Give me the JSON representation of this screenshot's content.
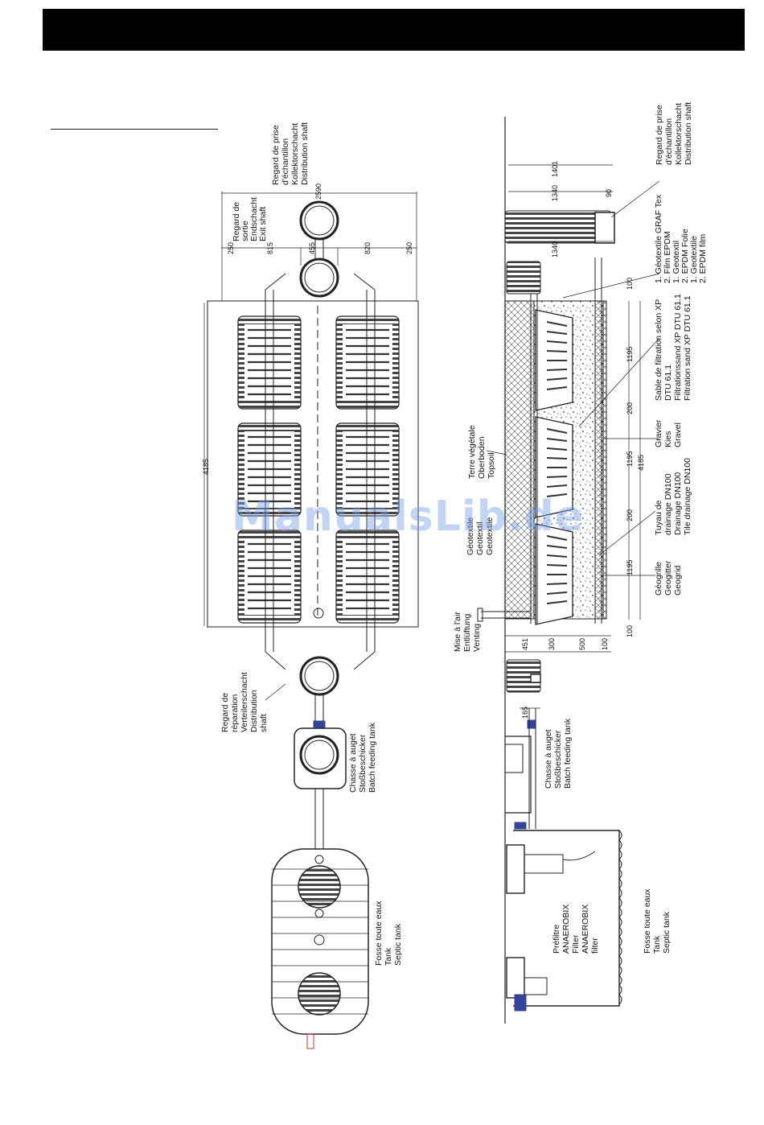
{
  "plan": {
    "dims": {
      "d4185": "4185",
      "d2590": "2590",
      "d250a": "250",
      "d815": "815",
      "d455": "455",
      "d820": "820",
      "d250b": "250"
    },
    "labels": {
      "exit_shaft": [
        "Regard de",
        "sortie",
        "Endschacht",
        "Exit shaft"
      ],
      "collector_shaft": [
        "Regard de prise",
        "d'échantillon",
        "Kollektorschacht",
        "Distribution shaft"
      ],
      "distribution_shaft": [
        "Regard de",
        "réparation",
        "Verteilerschacht",
        "Distribution",
        "shaft"
      ],
      "batch_tank": [
        "Chasse à auget",
        "Stoßbeschicker",
        "Batch feeding tank"
      ],
      "septic_tank": [
        "Fosse toute eaux",
        "Tank",
        "Septic tank"
      ]
    }
  },
  "section": {
    "dims": {
      "d1340a": "1340",
      "d1401": "1401",
      "d90": "90",
      "d1340b": "1340",
      "d100a": "100",
      "d1195a": "1195",
      "d200a": "200",
      "d1195b": "1195",
      "d4185": "4185",
      "d200b": "200",
      "d1195c": "1195",
      "d100b": "100",
      "d451": "451",
      "d300": "300",
      "d500": "500",
      "d100c": "100",
      "d165": "165"
    },
    "labels": {
      "collector_shaft": [
        "Regard de prise",
        "d'échantillon",
        "Kollektorschacht",
        "Distribution shaft"
      ],
      "geotextile_graf": [
        "1. Géotextile GRAF Tex",
        "2. Film EPDM",
        "1. Geotextil",
        "2. EPDM Folie",
        "1. Geotextile",
        "2. EPDM film"
      ],
      "filtration_sand": [
        "Sable de filtration selon XP",
        "DTU 61.1",
        "Filtrationssand XP DTU 61.1",
        "Filtration sand XP DTU 61.1"
      ],
      "gravel": [
        "Gravier",
        "Kies",
        "Gravel"
      ],
      "drain_pipe": [
        "Tuyau de",
        "drainage DN100",
        "Drainage DN100",
        "Tile drainage DN100"
      ],
      "geogrid": [
        "Géogrille",
        "Geogitter",
        "Geogrid"
      ],
      "topsoil": [
        "Terre végétale",
        "Oberboden",
        "Topsoil"
      ],
      "geotextile": [
        "Géotextile",
        "Geotextil",
        "Geotextile"
      ],
      "venting": [
        "Mise à l'air",
        "Entlüftung",
        "Venting"
      ],
      "batch_tank": [
        "Chasse à auget",
        "Stoßbeschicker",
        "Batch feeding tank"
      ],
      "prefilter": [
        "Préfiltre",
        "ANAEROBIX",
        "Filter",
        "ANAEROBIX",
        "filter"
      ],
      "septic_tank": [
        "Fosse toute eaux",
        "Tank",
        "Septic tank"
      ]
    }
  },
  "watermark": "ManualsLib.de",
  "colors": {
    "line": "#222222",
    "pipe_accent": "#33449a",
    "watermark": "#8fb0e6"
  }
}
